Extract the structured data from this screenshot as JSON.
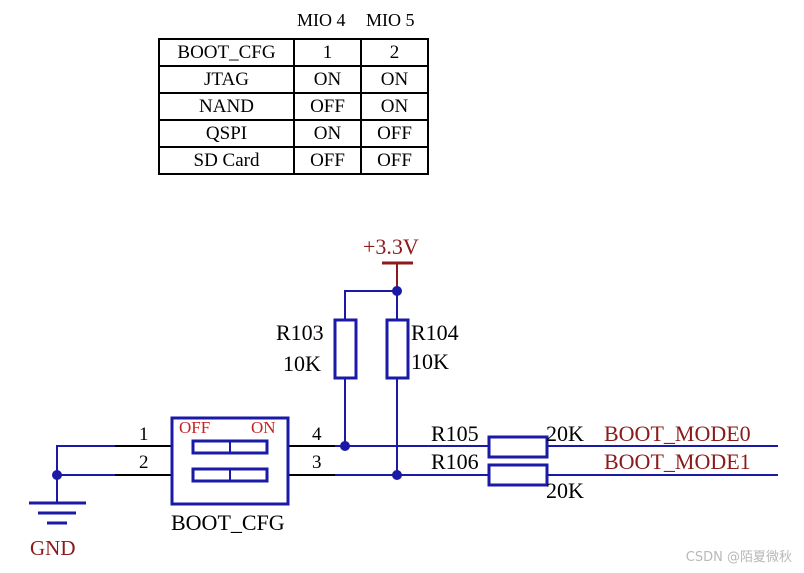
{
  "table": {
    "col_headers": [
      "MIO 4",
      "MIO 5"
    ],
    "rows": [
      [
        "BOOT_CFG",
        "1",
        "2"
      ],
      [
        "JTAG",
        "ON",
        "ON"
      ],
      [
        "NAND",
        "OFF",
        "ON"
      ],
      [
        "QSPI",
        "ON",
        "OFF"
      ],
      [
        "SD Card",
        "OFF",
        "OFF"
      ]
    ]
  },
  "schematic": {
    "power": "+3.3V",
    "ground": "GND",
    "r103": {
      "ref": "R103",
      "value": "10K"
    },
    "r104": {
      "ref": "R104",
      "value": "10K"
    },
    "r105": {
      "ref": "R105",
      "value": "20K"
    },
    "r106": {
      "ref": "R106",
      "value": "20K"
    },
    "switch": {
      "name": "BOOT_CFG",
      "off_label": "OFF",
      "on_label": "ON",
      "pins": [
        "1",
        "2",
        "3",
        "4"
      ]
    },
    "nets": {
      "mode0": "BOOT_MODE0",
      "mode1": "BOOT_MODE1"
    }
  },
  "watermark": "CSDN @陌夏微秋",
  "colors": {
    "wire": "#1a1aa6",
    "net_label": "#8b1a1a",
    "switch_label": "#cc1f1f",
    "power": "#8b1a1a"
  }
}
